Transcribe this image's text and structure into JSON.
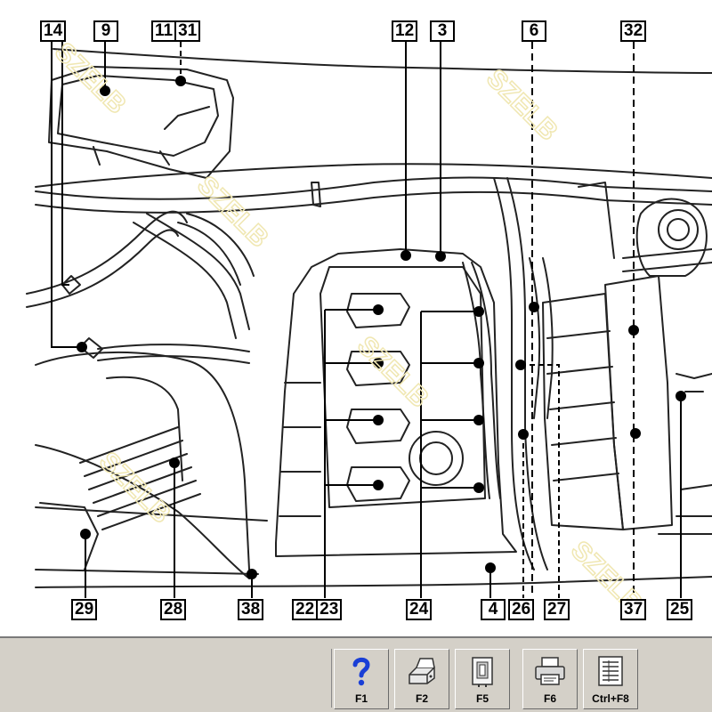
{
  "diagram": {
    "watermark": "SZELB",
    "callouts": [
      [
        "14"
      ],
      [
        "9"
      ],
      [
        "11",
        "31"
      ],
      [
        "12"
      ],
      [
        "3"
      ],
      [
        "6"
      ],
      [
        "32"
      ],
      [
        "29"
      ],
      [
        "28"
      ],
      [
        "38"
      ],
      [
        "22",
        "23"
      ],
      [
        "24"
      ],
      [
        "4"
      ],
      [
        "26"
      ],
      [
        "27"
      ],
      [
        "37"
      ],
      [
        "25"
      ]
    ]
  },
  "toolbar": {
    "buttons": [
      {
        "key": "F1",
        "icon": "help-icon"
      },
      {
        "key": "F2",
        "icon": "print-setup-icon"
      },
      {
        "key": "F5",
        "icon": "component-icon"
      },
      {
        "key": "F6",
        "icon": "printer-icon"
      },
      {
        "key": "Ctrl+F8",
        "icon": "list-icon"
      }
    ]
  },
  "colors": {
    "toolbar_bg": "#d4d0c8",
    "help_blue": "#1a3fd6",
    "watermark": "#f0e7b2"
  }
}
